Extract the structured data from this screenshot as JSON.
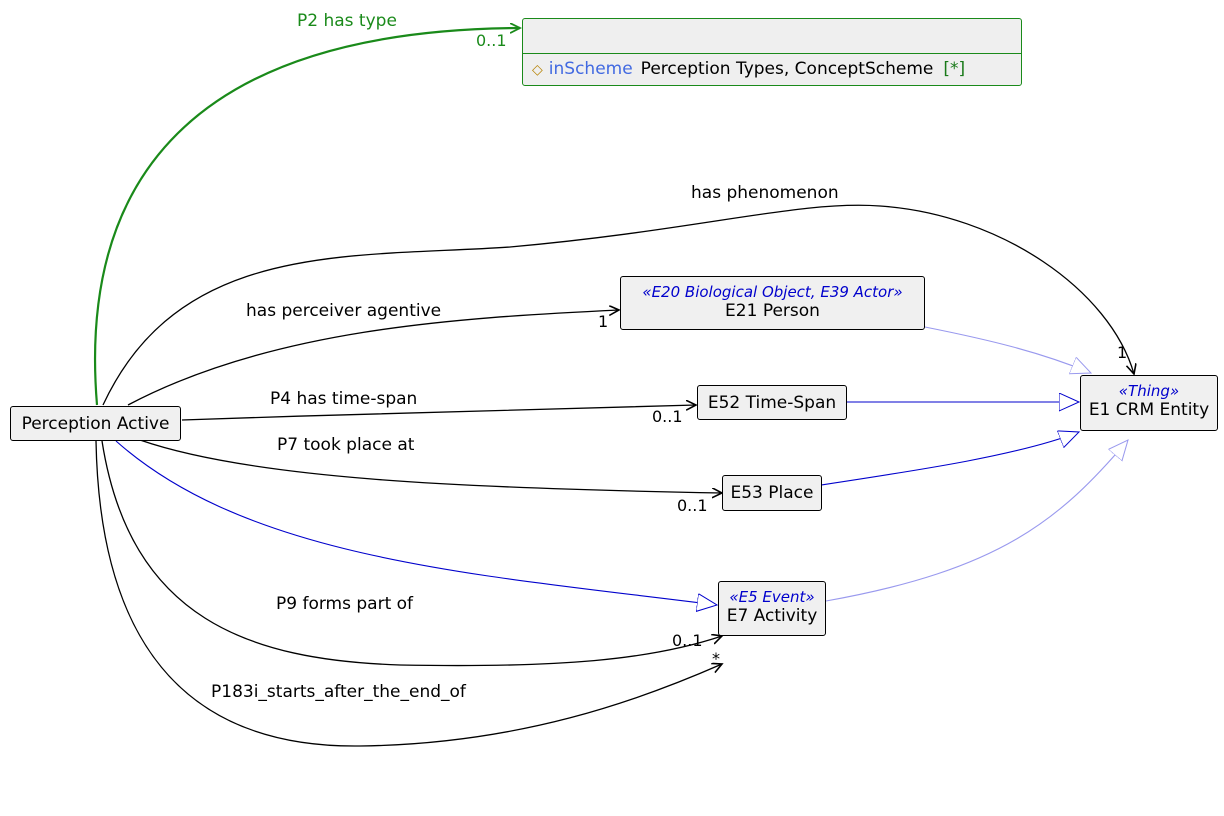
{
  "nodes": {
    "perception_active": {
      "label": "Perception Active"
    },
    "concept_scheme_box": {
      "title": "",
      "attribute": {
        "name": "inScheme",
        "value": "Perception Types, ConceptScheme",
        "multiplicity": "[*]"
      }
    },
    "e21_person": {
      "stereotype": "«E20 Biological Object, E39 Actor»",
      "label": "E21 Person"
    },
    "e52_time_span": {
      "label": "E52 Time-Span"
    },
    "e53_place": {
      "label": "E53 Place"
    },
    "e7_activity": {
      "stereotype": "«E5 Event»",
      "label": "E7 Activity"
    },
    "e1_crm_entity": {
      "stereotype": "«Thing»",
      "label": "E1 CRM Entity"
    }
  },
  "edges": {
    "p2_has_type": {
      "label": "P2 has type",
      "multiplicity": "0..1"
    },
    "has_phenomenon": {
      "label": "has phenomenon",
      "multiplicity": "1"
    },
    "has_perceiver_agentive": {
      "label": "has perceiver agentive",
      "multiplicity": "1"
    },
    "p4_has_time_span": {
      "label": "P4 has time-span",
      "multiplicity": "0..1"
    },
    "p7_took_place_at": {
      "label": "P7 took place at",
      "multiplicity": "0..1"
    },
    "p9_forms_part_of": {
      "label": "P9 forms part of",
      "multiplicity": "0..1"
    },
    "p183i": {
      "label": "P183i_starts_after_the_end_of",
      "multiplicity": "*"
    }
  },
  "colors": {
    "association": "#000000",
    "type_association": "#1a8a1a",
    "generalization": "#0000cc",
    "generalization_light": "#9999ee"
  }
}
